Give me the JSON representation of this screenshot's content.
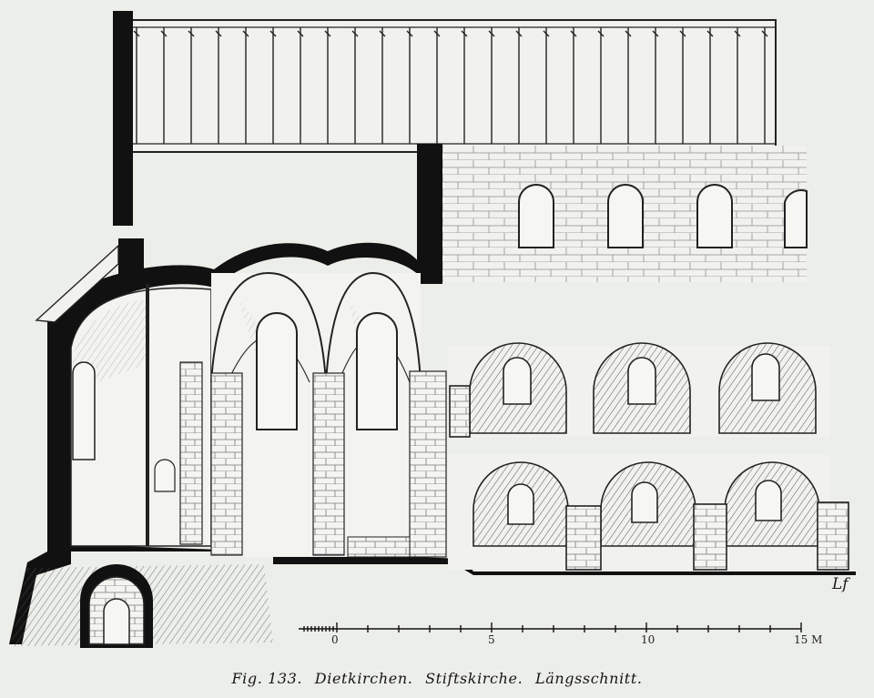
{
  "figure": {
    "caption": {
      "number": "Fig. 133.",
      "place": "Dietkirchen.",
      "building": "Stiftskirche.",
      "view": "Längsschnitt."
    },
    "scale_bar": {
      "labels": [
        "0",
        "5",
        "10",
        "15 M"
      ]
    },
    "signature": "Lf"
  }
}
